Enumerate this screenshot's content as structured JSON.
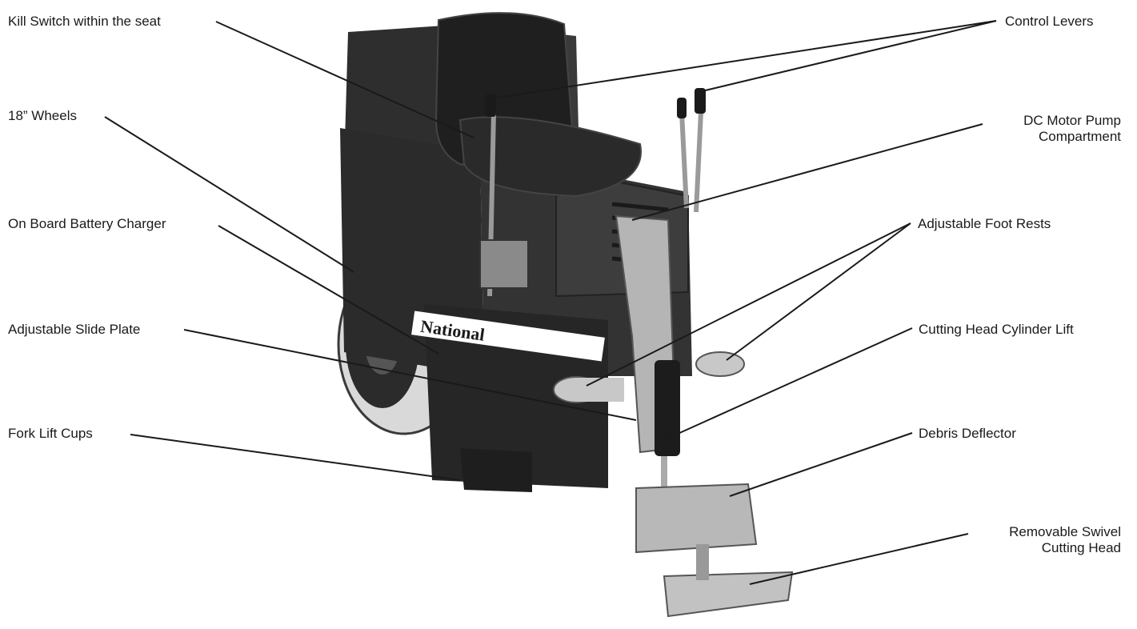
{
  "colors": {
    "ink": "#1a1a1a",
    "machine_dark": "#2b2b2b",
    "machine_mid": "#4a4a4a",
    "machine_light": "#bdbdbd",
    "tire": "#d9d9d9"
  },
  "image": {
    "brand_text": "National"
  },
  "labels": {
    "kill_switch": "Kill Switch within the seat",
    "wheels": "18” Wheels",
    "battery_charger": "On Board Battery Charger",
    "slide_plate": "Adjustable Slide Plate",
    "fork_lift_cups": "Fork Lift Cups",
    "control_levers": "Control Levers",
    "dc_motor_pump": [
      "DC Motor Pump",
      "Compartment"
    ],
    "foot_rests": "Adjustable Foot Rests",
    "cylinder_lift": "Cutting Head Cylinder Lift",
    "debris_deflector": "Debris Deflector",
    "swivel_head": [
      "Removable Swivel",
      "Cutting Head"
    ]
  }
}
